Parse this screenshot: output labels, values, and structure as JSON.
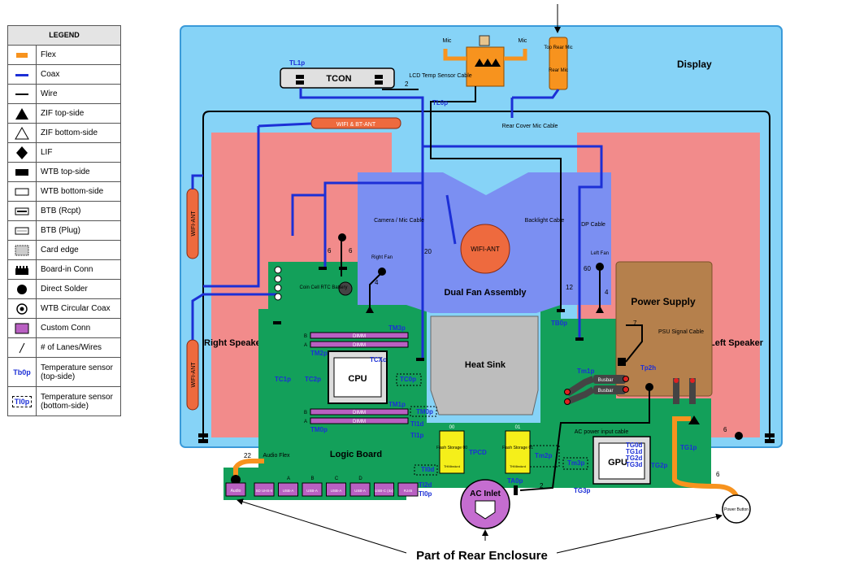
{
  "legend": {
    "title": "LEGEND",
    "items": [
      {
        "symbol": "flex-icon",
        "label": "Flex"
      },
      {
        "symbol": "coax-icon",
        "label": "Coax"
      },
      {
        "symbol": "wire-icon",
        "label": "Wire"
      },
      {
        "symbol": "zif-top-icon",
        "label": "ZIF top-side"
      },
      {
        "symbol": "zif-bottom-icon",
        "label": "ZIF bottom-side"
      },
      {
        "symbol": "lif-icon",
        "label": "LIF"
      },
      {
        "symbol": "wtb-top-icon",
        "label": "WTB top-side"
      },
      {
        "symbol": "wtb-bottom-icon",
        "label": "WTB bottom-side"
      },
      {
        "symbol": "btb-rcpt-icon",
        "label": "BTB (Rcpt)"
      },
      {
        "symbol": "btb-plug-icon",
        "label": "BTB (Plug)"
      },
      {
        "symbol": "card-edge-icon",
        "label": "Card edge"
      },
      {
        "symbol": "board-in-conn-icon",
        "label": "Board-in Conn"
      },
      {
        "symbol": "direct-solder-icon",
        "label": "Direct Solder"
      },
      {
        "symbol": "wtb-circular-coax-icon",
        "label": "WTB Circular Coax"
      },
      {
        "symbol": "custom-conn-icon",
        "label": "Custom Conn"
      },
      {
        "symbol": "lanes-icon",
        "label": "# of Lanes/Wires"
      },
      {
        "symbol": "temp-top-icon",
        "symbol_text": "Tb0p",
        "label": "Temperature sensor (top-side)"
      },
      {
        "symbol": "temp-bottom-icon",
        "symbol_text": "Tl0p",
        "label": "Temperature sensor (bottom-side)"
      }
    ]
  },
  "colors": {
    "display_bg": "#86d3f7",
    "display_border": "#3a9ad9",
    "speaker": "#f28b8b",
    "logic_board": "#13a05a",
    "fan_assembly": "#7b8ff2",
    "heat_sink": "#bdbdbd",
    "power_supply": "#b5804c",
    "flex": "#f7931e",
    "coax": "#1c2fd6",
    "wifi_ant": "#ee6a3e",
    "custom_conn": "#b960c2",
    "flash": "#f5ef1a",
    "temp_label": "#1c2fd6"
  },
  "components": {
    "display": "Display",
    "tcon": "TCON",
    "right_speaker": "Right Speaker",
    "left_speaker": "Left Speaker",
    "fan_assembly": "Dual Fan Assembly",
    "heat_sink": "Heat Sink",
    "power_supply": "Power Supply",
    "logic_board": "Logic Board",
    "cpu": "CPU",
    "gpu": "GPU",
    "wifi_ant_center": "WIFI-ANT",
    "wifi_bt_ant": "WIFI & BT-ANT",
    "wifi_ant_left_top": "WIFI-ANT",
    "wifi_ant_left_bottom": "WIFI-ANT",
    "ac_inlet": "AC Inlet",
    "power_button": "Power Button",
    "rear_enclosure": "Part of Rear Enclosure",
    "mic_left": "Mic",
    "mic_right": "Mic",
    "top_rear_mic": "Top Rear Mic",
    "rear_mic": "Rear Mic",
    "right_fan": "Right Fan",
    "left_fan": "Left Fan",
    "coin_cell": "Coin Cell RTC Battery",
    "busbar1": "Busbar",
    "busbar2": "Busbar",
    "dimm": "DIMM",
    "flash0_top": "00",
    "flash1_top": "01",
    "flash0": "Flash Storage 00",
    "flash1": "Flash Storage 01",
    "flash0_sub": "THMbrdcrd",
    "flash1_sub": "THMbrdcrd",
    "audio": "Audio"
  },
  "cables": {
    "lcd_temp": "LCD Temp Sensor Cable",
    "rear_cover_mic": "Rear Cover Mic Cable",
    "camera_mic": "Camera / Mic Cable",
    "backlight": "Backlight Cable",
    "dp": "DP Cable",
    "psu_signal": "PSU Signal Cable",
    "ac_power_input": "AC power input cable",
    "audio_flex": "Audio Flex"
  },
  "lane_counts": {
    "lcd_temp": "2",
    "camera_mic": "20",
    "dp": "60",
    "backlight": "12",
    "right_fan": "4",
    "left_fan": "4",
    "coin_cell_a": "6",
    "coin_cell_b": "6",
    "psu_signal": "7",
    "audio_flex": "22",
    "ac_power": "2",
    "power_button_a": "6",
    "power_button_b": "6"
  },
  "ports": [
    "SD UHS-II",
    "USB-A",
    "USB-A",
    "USB-A",
    "USB-A",
    "USB-C (4x)",
    "RJ45"
  ],
  "port_letters": [
    "A",
    "B",
    "C",
    "D"
  ],
  "dimm_slot_letters": [
    "B",
    "A",
    "B",
    "A"
  ],
  "sensors": {
    "TL1p": "TL1p",
    "TL0p": "TL0p",
    "TB0p": "TB0p",
    "TC1p": "TC1p",
    "TC2p": "TC2p",
    "TCXc": "TCXc",
    "TC0p": "TC0p",
    "TM3p": "TM3p",
    "TM2p": "TM2p",
    "TM1p": "TM1p",
    "TM0p_top": "TM0p",
    "TM0p_bot": "TM0p",
    "TI1d": "TI1d",
    "TI1p": "TI1p",
    "TI0d": "TI0d",
    "TI2d": "TI2d",
    "TI0p": "TI0p",
    "TPCD": "TPCD",
    "TA0p": "TA0p",
    "Tm2p": "Tm2p",
    "Tm3p": "Tm3p",
    "Tm1p": "Tm1p",
    "Tp2h": "Tp2h",
    "TG0d": "TG0d",
    "TG1d": "TG1d",
    "TG2d": "TG2d",
    "TG3d": "TG3d",
    "TG2p": "TG2p",
    "TG3p": "TG3p",
    "TG1p": "TG1p"
  }
}
